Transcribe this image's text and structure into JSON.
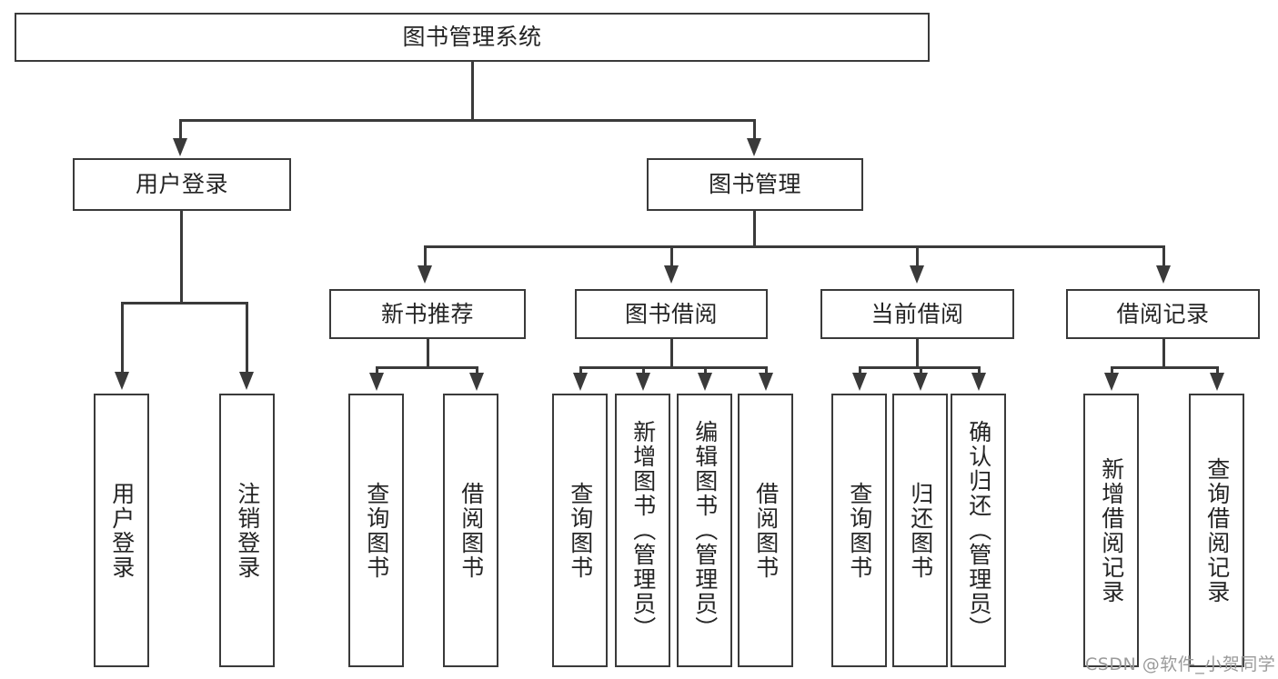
{
  "diagram": {
    "title": "图书管理系统",
    "type": "tree",
    "watermark": "CSDN @软件_小贺同学",
    "colors": {
      "stroke": "#3a3a3a",
      "text": "#242424",
      "background": "#ffffff",
      "watermark": "#9b9b9b"
    },
    "nodes": {
      "root": {
        "label": "图书管理系统"
      },
      "level2": [
        {
          "id": "user-login",
          "label": "用户登录"
        },
        {
          "id": "book-manage",
          "label": "图书管理"
        }
      ],
      "level3": [
        {
          "id": "new-book-rec",
          "label": "新书推荐"
        },
        {
          "id": "book-borrow",
          "label": "图书借阅"
        },
        {
          "id": "current-borrow",
          "label": "当前借阅"
        },
        {
          "id": "borrow-record",
          "label": "借阅记录"
        }
      ],
      "leaves": {
        "user-login": [
          {
            "id": "leaf-user-login",
            "label": "用户登录"
          },
          {
            "id": "leaf-logout",
            "label": "注销登录"
          }
        ],
        "new-book-rec": [
          {
            "id": "leaf-query-book-1",
            "label": "查询图书"
          },
          {
            "id": "leaf-borrow-book-1",
            "label": "借阅图书"
          }
        ],
        "book-borrow": [
          {
            "id": "leaf-query-book-2",
            "label": "查询图书"
          },
          {
            "id": "leaf-add-book",
            "label": "新增图书（管理员）"
          },
          {
            "id": "leaf-edit-book",
            "label": "编辑图书（管理员）"
          },
          {
            "id": "leaf-borrow-book-2",
            "label": "借阅图书"
          }
        ],
        "current-borrow": [
          {
            "id": "leaf-query-book-3",
            "label": "查询图书"
          },
          {
            "id": "leaf-return-book",
            "label": "归还图书"
          },
          {
            "id": "leaf-confirm-return",
            "label": "确认归还（管理员）"
          }
        ],
        "borrow-record": [
          {
            "id": "leaf-add-record",
            "label": "新增借阅记录"
          },
          {
            "id": "leaf-query-record",
            "label": "查询借阅记录"
          }
        ]
      }
    }
  }
}
